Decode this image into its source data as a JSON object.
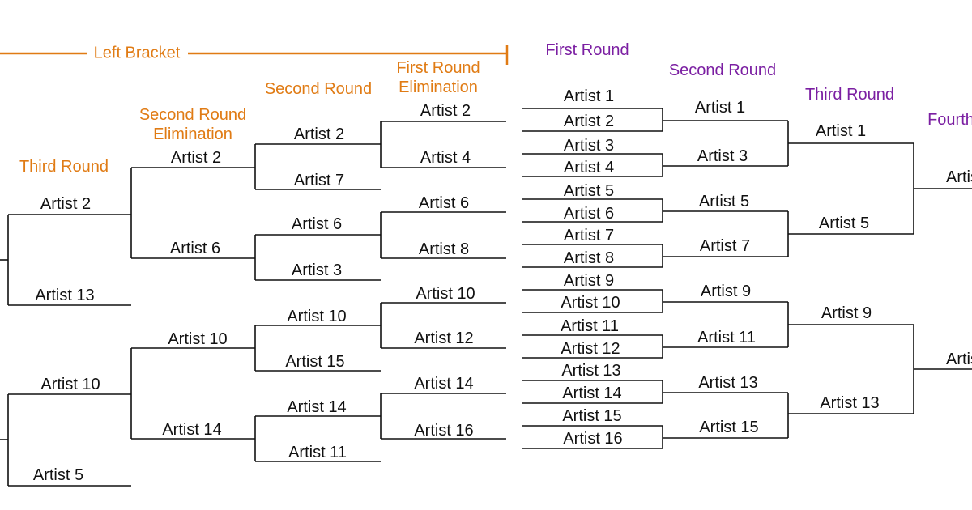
{
  "colors": {
    "orange": "#e07b14",
    "purple": "#7b1fa2",
    "line": "#111111"
  },
  "left_bracket": {
    "banner": "Left Bracket",
    "headers": {
      "third": "Third Round",
      "second_elim": "Second Round Elimination",
      "second": "Second Round",
      "first_elim": "First Round Elimination"
    },
    "first_elim": [
      "Artist 2",
      "Artist 4",
      "Artist 6",
      "Artist 8",
      "Artist 10",
      "Artist 12",
      "Artist 14",
      "Artist 16"
    ],
    "second": [
      "Artist 2",
      "Artist 7",
      "Artist 6",
      "Artist 3",
      "Artist 10",
      "Artist 15",
      "Artist 14",
      "Artist 11"
    ],
    "second_elim": [
      "Artist 2",
      "Artist 6",
      "Artist 10",
      "Artist 14"
    ],
    "third": [
      "Artist 2",
      "Artist 13",
      "Artist 10",
      "Artist 5"
    ]
  },
  "right_bracket": {
    "headers": {
      "first": "First Round",
      "second": "Second Round",
      "third": "Third Round",
      "fourth": "Fourth"
    },
    "first": [
      "Artist 1",
      "Artist 2",
      "Artist 3",
      "Artist 4",
      "Artist 5",
      "Artist 6",
      "Artist 7",
      "Artist 8",
      "Artist 9",
      "Artist 10",
      "Artist 11",
      "Artist 12",
      "Artist 13",
      "Artist 14",
      "Artist 15",
      "Artist 16"
    ],
    "second": [
      "Artist 1",
      "Artist 3",
      "Artist 5",
      "Artist 7",
      "Artist 9",
      "Artist 11",
      "Artist 13",
      "Artist 15"
    ],
    "third": [
      "Artist 1",
      "Artist 5",
      "Artist 9",
      "Artist 13"
    ],
    "fourth": [
      "Artist",
      "Artist"
    ]
  }
}
